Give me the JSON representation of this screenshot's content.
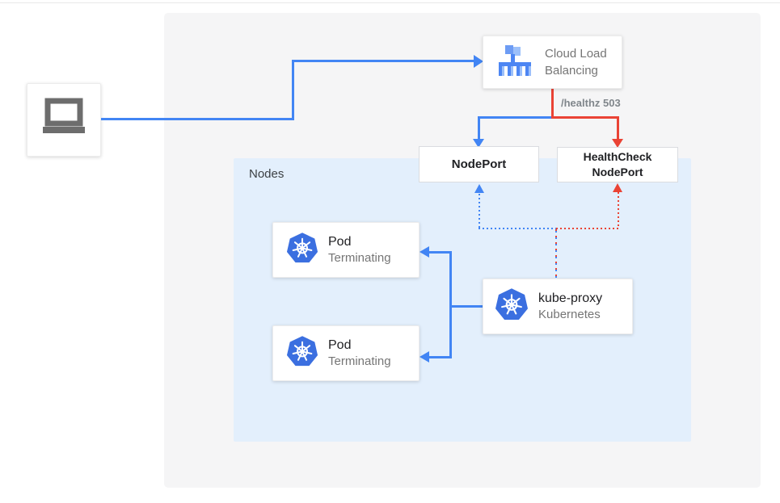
{
  "client": {
    "icon": "laptop"
  },
  "load_balancer": {
    "line1": "Cloud Load",
    "line2": "Balancing",
    "icon": "load-balancer"
  },
  "health_check_route": "/healthz 503",
  "node_port": {
    "label": "NodePort"
  },
  "health_check_node_port": {
    "line1": "HealthCheck",
    "line2": "NodePort"
  },
  "nodes": {
    "label": "Nodes"
  },
  "pods": [
    {
      "name": "Pod",
      "status": "Terminating",
      "icon": "kubernetes"
    },
    {
      "name": "Pod",
      "status": "Terminating",
      "icon": "kubernetes"
    }
  ],
  "kube_proxy": {
    "name": "kube-proxy",
    "subtitle": "Kubernetes",
    "icon": "kubernetes"
  },
  "colors": {
    "flow_blue": "#4285f4",
    "flow_red": "#ea4335",
    "kubernetes_blue": "#3b6fe0",
    "nodes_background": "#e3effc",
    "panel_background": "#f5f5f6",
    "muted_text": "#757575",
    "dark_text": "#212124"
  }
}
